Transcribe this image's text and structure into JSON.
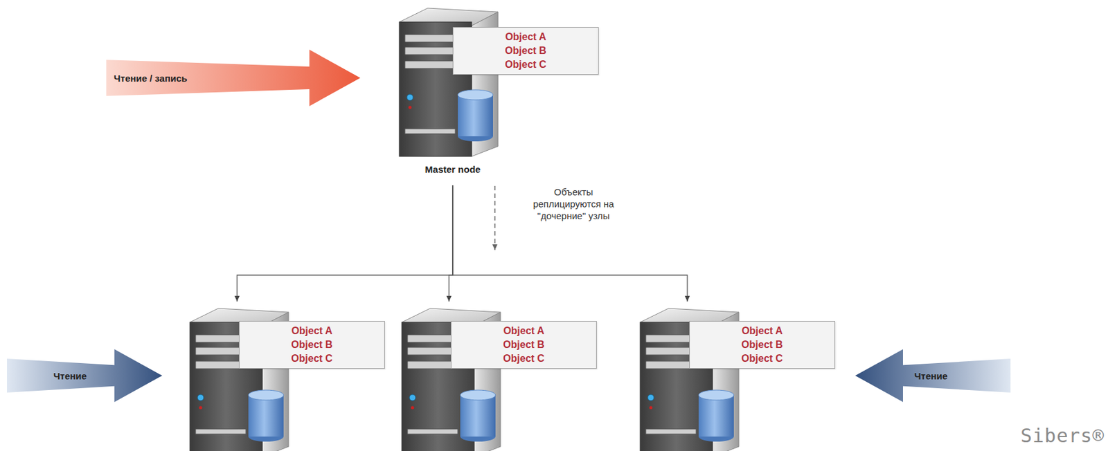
{
  "diagram": {
    "nodes": [
      {
        "text": [
          "Чтение / запись"
        ]
      },
      {
        "text": [
          "Object A",
          "Object B",
          "Object C",
          "Master node"
        ]
      },
      {
        "text": [
          "Чтение"
        ]
      },
      {
        "text": [
          "Object A",
          "Object B",
          "Object C"
        ]
      },
      {
        "text": [
          "Object A",
          "Object B",
          "Object C"
        ]
      },
      {
        "text": [
          "Object A",
          "Object B",
          "Object C"
        ]
      },
      {
        "text": [
          "Чтение"
        ]
      }
    ],
    "edges": [
      {
        "from": 1,
        "to": 3,
        "arrow": "to"
      },
      {
        "from": 1,
        "to": 4,
        "arrow": "to"
      },
      {
        "from": 1,
        "to": 5,
        "arrow": "to"
      }
    ],
    "labels": [
      "Объекты реплицируются на \"дочерние\" узлы",
      "Sibers®"
    ]
  }
}
